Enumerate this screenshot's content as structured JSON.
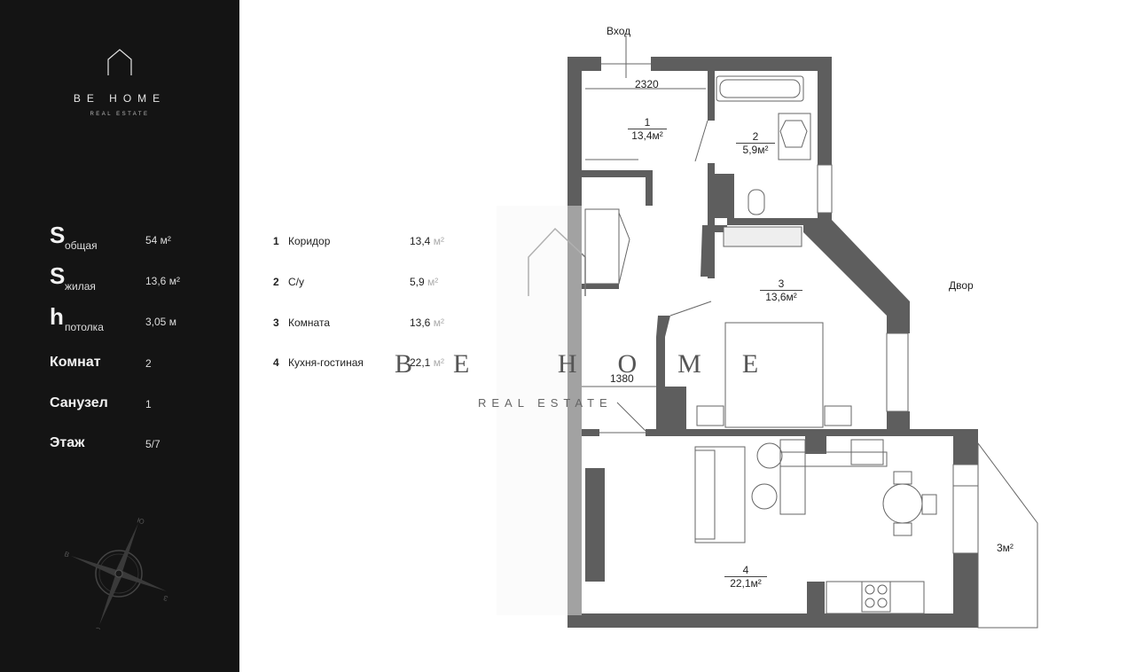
{
  "brand": {
    "name": "BE HOME",
    "subtitle": "REAL ESTATE"
  },
  "stats": [
    {
      "big": "S",
      "sub": "общая",
      "value": "54 м²"
    },
    {
      "big": "S",
      "sub": "жилая",
      "value": "13,6 м²"
    },
    {
      "big": "h",
      "sub": "потолка",
      "value": "3,05 м"
    },
    {
      "label": "Комнат",
      "value": "2"
    },
    {
      "label": "Санузел",
      "value": "1"
    },
    {
      "label": "Этаж",
      "value": "5/7"
    }
  ],
  "rooms": [
    {
      "num": "1",
      "name": "Коридор",
      "area": "13,4",
      "unit": "м²"
    },
    {
      "num": "2",
      "name": "С/у",
      "area": "5,9",
      "unit": "м²"
    },
    {
      "num": "3",
      "name": "Комната",
      "area": "13,6",
      "unit": "м²"
    },
    {
      "num": "4",
      "name": "Кухня-гостиная",
      "area": "22,1",
      "unit": "м²"
    }
  ],
  "plan": {
    "entrance": "Вход",
    "yard": "Двор",
    "dim_top": "2320",
    "dim_mid": "1380",
    "balcony_area": "3м²",
    "labels": [
      {
        "num": "1",
        "area": "13,4м²"
      },
      {
        "num": "2",
        "area": "5,9м²"
      },
      {
        "num": "3",
        "area": "13,6м²"
      },
      {
        "num": "4",
        "area": "22,1м²"
      }
    ]
  },
  "watermark": {
    "main": "BE HOME",
    "sub": "REAL ESTATE"
  },
  "compass_letters": [
    "Ю",
    "В",
    "З",
    "С"
  ],
  "colors": {
    "panel": "#141414",
    "wall": "#5e5e5e",
    "text_light": "#e8e8e8"
  }
}
